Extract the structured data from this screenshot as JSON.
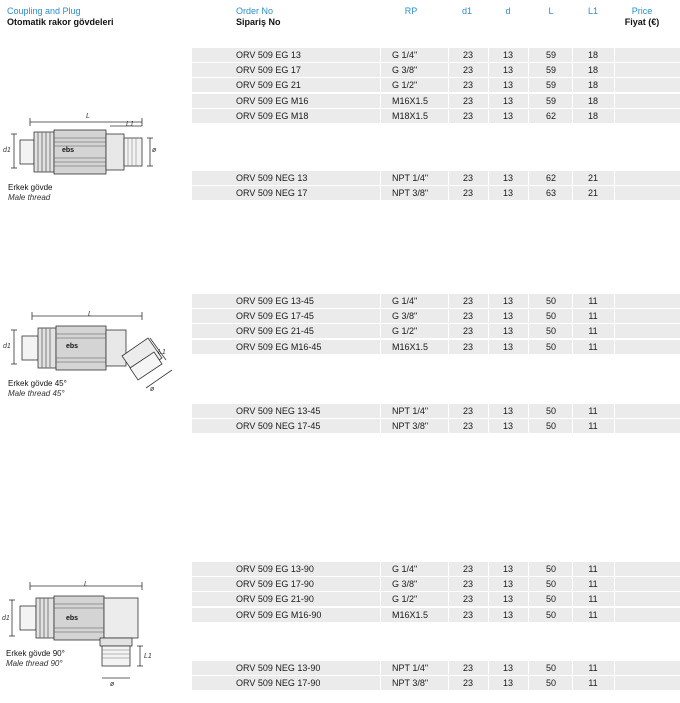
{
  "header": {
    "title": "Coupling and Plug",
    "subtitle": "Otomatik rakor gövdeleri",
    "order_no": "Order No",
    "order_no_tr": "Sipariş No",
    "col_rp": "RP",
    "col_d1": "d1",
    "col_d": "d",
    "col_L": "L",
    "col_L1": "L1",
    "price": "Price",
    "price_tr": "Fiyat (€)"
  },
  "products": [
    {
      "label_tr": "Erkek gövde",
      "label_en": "Male thread",
      "groups": [
        [
          {
            "order": "ORV 509 EG 13",
            "rp": "G 1/4\"",
            "d1": "23",
            "d": "13",
            "L": "59",
            "L1": "18"
          },
          {
            "order": "ORV 509 EG 17",
            "rp": "G 3/8\"",
            "d1": "23",
            "d": "13",
            "L": "59",
            "L1": "18"
          },
          {
            "order": "ORV 509 EG 21",
            "rp": "G 1/2\"",
            "d1": "23",
            "d": "13",
            "L": "59",
            "L1": "18"
          },
          {
            "order": "ORV 509 EG M16",
            "rp": "M16X1.5",
            "d1": "23",
            "d": "13",
            "L": "59",
            "L1": "18"
          },
          {
            "order": "ORV 509 EG M18",
            "rp": "M18X1.5",
            "d1": "23",
            "d": "13",
            "L": "62",
            "L1": "18"
          }
        ],
        [
          {
            "order": "ORV 509 NEG 13",
            "rp": "NPT 1/4\"",
            "d1": "23",
            "d": "13",
            "L": "62",
            "L1": "21"
          },
          {
            "order": "ORV 509 NEG 17",
            "rp": "NPT 3/8\"",
            "d1": "23",
            "d": "13",
            "L": "63",
            "L1": "21"
          }
        ]
      ]
    },
    {
      "label_tr": "Erkek gövde 45°",
      "label_en": "Male thread 45°",
      "groups": [
        [
          {
            "order": "ORV 509 EG 13-45",
            "rp": "G 1/4\"",
            "d1": "23",
            "d": "13",
            "L": "50",
            "L1": "11"
          },
          {
            "order": "ORV 509 EG 17-45",
            "rp": "G 3/8\"",
            "d1": "23",
            "d": "13",
            "L": "50",
            "L1": "11"
          },
          {
            "order": "ORV 509 EG 21-45",
            "rp": "G 1/2\"",
            "d1": "23",
            "d": "13",
            "L": "50",
            "L1": "11"
          },
          {
            "order": "ORV 509 EG M16-45",
            "rp": "M16X1.5",
            "d1": "23",
            "d": "13",
            "L": "50",
            "L1": "11"
          }
        ],
        [
          {
            "order": "ORV 509 NEG 13-45",
            "rp": "NPT 1/4\"",
            "d1": "23",
            "d": "13",
            "L": "50",
            "L1": "11"
          },
          {
            "order": "ORV 509 NEG 17-45",
            "rp": "NPT 3/8\"",
            "d1": "23",
            "d": "13",
            "L": "50",
            "L1": "11"
          }
        ]
      ]
    },
    {
      "label_tr": "Erkek gövde 90°",
      "label_en": "Male thread 90°",
      "groups": [
        [
          {
            "order": "ORV 509 EG 13-90",
            "rp": "G 1/4\"",
            "d1": "23",
            "d": "13",
            "L": "50",
            "L1": "11"
          },
          {
            "order": "ORV 509 EG 17-90",
            "rp": "G 3/8\"",
            "d1": "23",
            "d": "13",
            "L": "50",
            "L1": "11"
          },
          {
            "order": "ORV 509 EG 21-90",
            "rp": "G 1/2\"",
            "d1": "23",
            "d": "13",
            "L": "50",
            "L1": "11"
          },
          {
            "order": "ORV 509 EG M16-90",
            "rp": "M16X1.5",
            "d1": "23",
            "d": "13",
            "L": "50",
            "L1": "11"
          }
        ],
        [
          {
            "order": "ORV 509 NEG 13-90",
            "rp": "NPT 1/4\"",
            "d1": "23",
            "d": "13",
            "L": "50",
            "L1": "11"
          },
          {
            "order": "ORV 509 NEG 17-90",
            "rp": "NPT 3/8\"",
            "d1": "23",
            "d": "13",
            "L": "50",
            "L1": "11"
          }
        ]
      ]
    }
  ],
  "drawing_text": {
    "L": "L",
    "L1": "L1",
    "d1": "d1",
    "dia": "ø",
    "engraving": "ebs"
  }
}
